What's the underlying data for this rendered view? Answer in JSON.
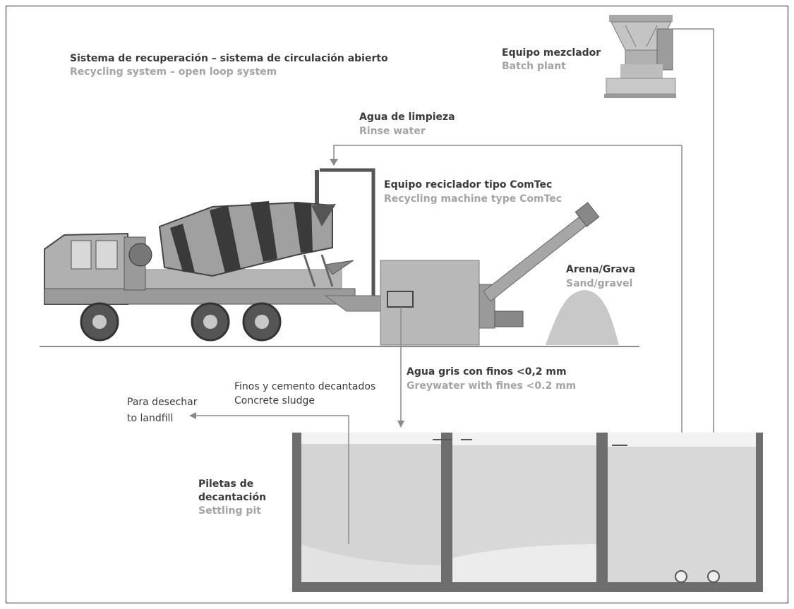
{
  "title": {
    "es": "Sistema de recuperación – sistema de circulación abierto",
    "en": "Recycling system –  open loop system"
  },
  "batch_plant": {
    "es": "Equipo mezclador",
    "en": "Batch plant"
  },
  "rinse_water": {
    "es": "Agua de limpieza",
    "en": "Rinse water"
  },
  "recycler": {
    "es": "Equipo reciclador tipo ComTec",
    "en": "Recycling machine type ComTec"
  },
  "sand_gravel": {
    "es": "Arena/Grava",
    "en": "Sand/gravel"
  },
  "greywater": {
    "es": "Agua gris con finos <0,2 mm",
    "en": "Greywater with fines <0.2 mm"
  },
  "sludge": {
    "es": "Finos y cemento decantados",
    "en": "Concrete sludge"
  },
  "landfill": {
    "es": "Para desechar",
    "en": "to landfill"
  },
  "settling_pit": {
    "es1": "Piletas de",
    "es2": "decantación",
    "en": "Settling pit"
  },
  "colors": {
    "body_grey": "#b4b4b4",
    "dark_grey": "#555555",
    "water_grey": "#d4d4d4",
    "line_grey": "#8a8a8a",
    "label_dark": "#3a3a3a",
    "label_light": "#a4a4a4"
  }
}
